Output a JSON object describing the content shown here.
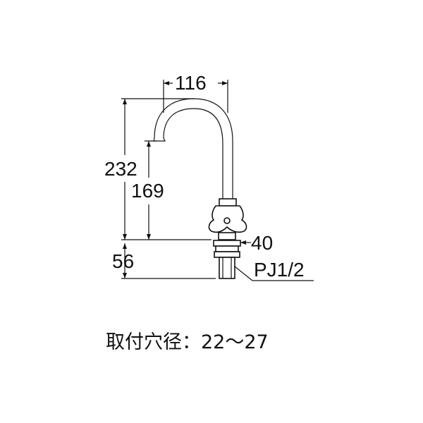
{
  "dimensions": {
    "spout_reach": "116",
    "total_height": "232",
    "spout_height": "169",
    "handle_to_base": "40",
    "shank_length": "56"
  },
  "thread_label": "PJ1/2",
  "caption": "取付穴径：22～27"
}
